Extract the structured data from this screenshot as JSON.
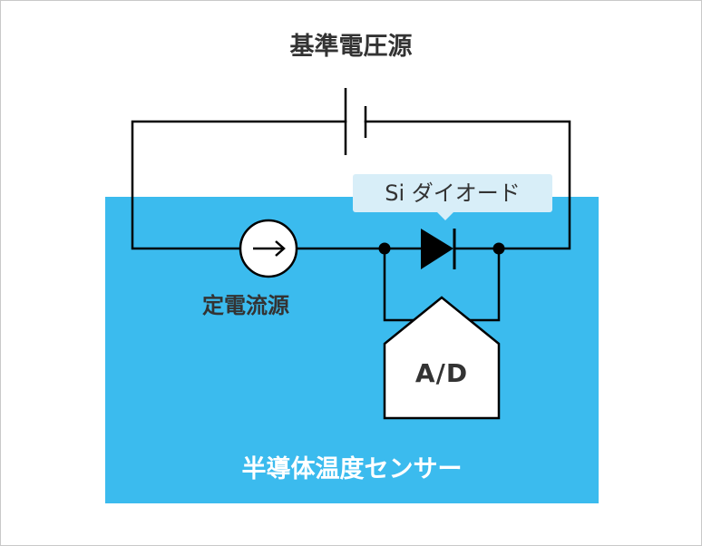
{
  "labels": {
    "reference_voltage_source": "基準電圧源",
    "diode": "Si ダイオード",
    "constant_current_source": "定電流源",
    "adc": "A/D",
    "sensor": "半導体温度センサー"
  },
  "colors": {
    "sensor_fill": "#3bbbee",
    "callout_fill": "#d8eef8",
    "wire": "#000000",
    "text_dark": "#333333",
    "text_light": "#ffffff"
  },
  "icons": {
    "current_source": "right-arrow-in-circle",
    "diode": "diode-triangle-bar",
    "battery": "battery-cell"
  }
}
